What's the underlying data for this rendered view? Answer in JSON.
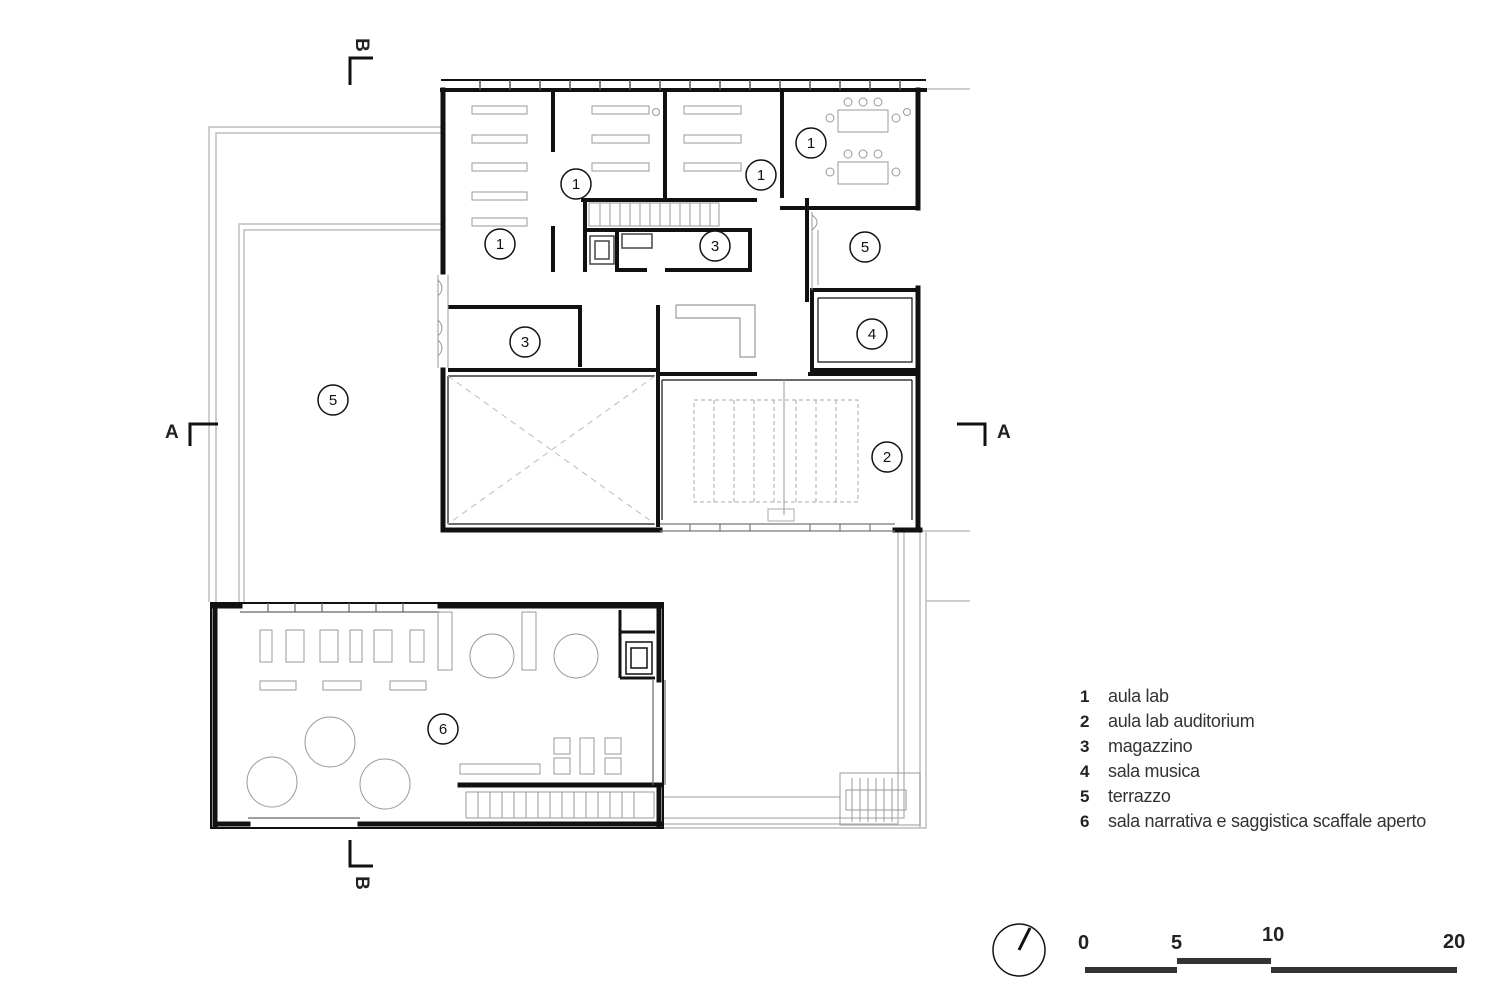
{
  "rooms": {
    "r1": "1",
    "r2": "2",
    "r3": "3",
    "r4": "4",
    "r5": "5",
    "r6": "6"
  },
  "legend": [
    {
      "num": "1",
      "label": "aula lab"
    },
    {
      "num": "2",
      "label": "aula lab auditorium"
    },
    {
      "num": "3",
      "label": "magazzino"
    },
    {
      "num": "4",
      "label": "sala musica"
    },
    {
      "num": "5",
      "label": "terrazzo"
    },
    {
      "num": "6",
      "label": "sala narrativa e saggistica scaffale aperto"
    }
  ],
  "sections": {
    "a": "A",
    "b": "B"
  },
  "scale": {
    "s0": "0",
    "s5": "5",
    "s10": "10",
    "s20": "20"
  },
  "colors": {
    "wall": "#111111",
    "line": "#bdbdbd",
    "furniture": "#9a9a9a"
  }
}
